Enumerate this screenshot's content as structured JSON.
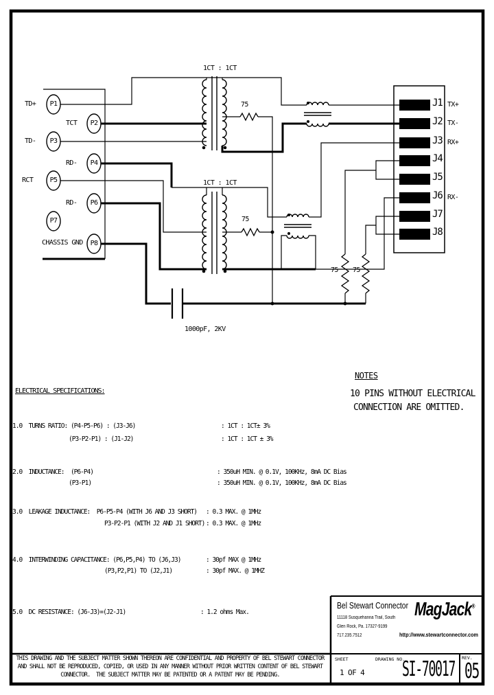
{
  "schematic": {
    "p_pins": [
      {
        "id": "P1",
        "label": "TD+"
      },
      {
        "id": "P2",
        "label": "TCT"
      },
      {
        "id": "P3",
        "label": "TD-"
      },
      {
        "id": "P4",
        "label": "RD-"
      },
      {
        "id": "P5",
        "label": "RCT"
      },
      {
        "id": "P6",
        "label": "RD-"
      },
      {
        "id": "P7",
        "label": ""
      },
      {
        "id": "P8",
        "label": "CHASSIS GND"
      }
    ],
    "j_pins": [
      {
        "id": "J1",
        "signal": "TX+"
      },
      {
        "id": "J2",
        "signal": "TX-"
      },
      {
        "id": "J3",
        "signal": "RX+"
      },
      {
        "id": "J4",
        "signal": ""
      },
      {
        "id": "J5",
        "signal": ""
      },
      {
        "id": "J6",
        "signal": "RX-"
      },
      {
        "id": "J7",
        "signal": ""
      },
      {
        "id": "J8",
        "signal": ""
      }
    ],
    "t1_ratio": "1CT : 1CT",
    "t2_ratio": "1CT : 1CT",
    "r_top": "75",
    "r_mid": "75",
    "r_left": "75",
    "r_right": "75",
    "capacitor": "1000pF, 2KV"
  },
  "notes": {
    "heading": "NOTES",
    "line1": "10 PINS WITHOUT ELECTRICAL",
    "line2": "CONNECTION ARE OMITTED."
  },
  "specs": {
    "heading": "ELECTRICAL SPECIFICATIONS:",
    "rows": [
      {
        "l1": "1.0  TURNS RATIO: (P4-P5-P6) : (J3-J6)",
        "l2": "(P3-P2-P1) : (J1-J2)",
        "v1": ": 1CT : 1CT± 3%",
        "v2": ": 1CT : 1CT ± 3%"
      },
      {
        "l1": "2.0  INDUCTANCE:  (P6-P4)",
        "l2": "(P3-P1)",
        "v1": ": 350uH MIN. @ 0.1V, 100KHz, 8mA DC Bias",
        "v2": ": 350uH MIN. @ 0.1V, 100KHz, 8mA DC Bias"
      },
      {
        "l1": "3.0  LEAKAGE INDUCTANCE:  P6-P5-P4 (WITH J6 AND J3 SHORT)",
        "l2": "P3-P2-P1 (WITH J2 AND J1 SHORT)",
        "v1": ": 0.3 MAX. @ 1MHz",
        "v2": ": 0.3 MAX. @ 1MHz"
      },
      {
        "l1": "4.0  INTERWINDING CAPACITANCE: (P6,P5,P4) TO (J6,J3)",
        "l2": "(P3,P2,P1) TO (J2,J1)",
        "v1": ": 30pf MAX @ 1MHz",
        "v2": ": 30pf MAX. @ 1MHZ"
      },
      {
        "l1": "5.0  DC RESISTANCE: (J6-J3)=(J2-J1)",
        "l2": "",
        "v1": ": 1.2 ohms Max.",
        "v2": ""
      }
    ]
  },
  "title_block": {
    "company": "Bel Stewart Connector",
    "address1": "11118 Susquehanna Trail, South",
    "address2": "Glen Rock, Pa. 17327-9199",
    "phone": "717.235.7512",
    "logo": "MagJack",
    "registered": "®",
    "url": "http://www.stewartconnector.com"
  },
  "sheet_block": {
    "sheet_label": "SHEET",
    "sheet_value": "1 OF 4",
    "drawing_label": "DRAWING NO.",
    "drawing_value": "SI-70017",
    "rev_label": "REV.",
    "rev_value": "05"
  },
  "disclaimer": {
    "line1": "THIS DRAWING AND THE SUBJECT MATTER SHOWN THEREON ARE CONFIDENTIAL AND PROPERTY OF BEL STEWART CONNECTOR",
    "line2": "AND SHALL NOT BE REPRODUCED, COPIED, OR USED IN ANY MANNER WITHOUT PRIOR WRITTEN CONTENT OF BEL STEWART",
    "line3": "CONNECTOR.  THE SUBJECT MATTER MAY BE PATENTED OR A PATENT MAY BE PENDING."
  }
}
